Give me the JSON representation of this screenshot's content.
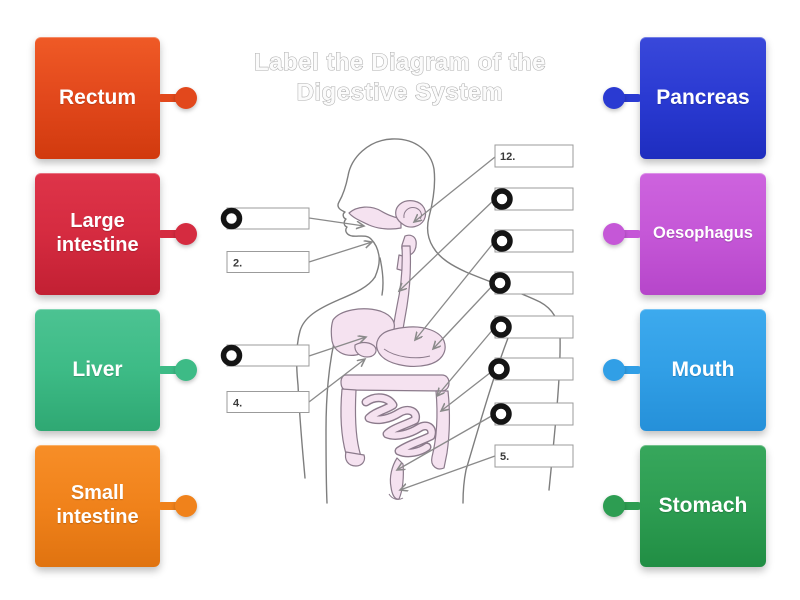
{
  "page": {
    "background": "#ffffff"
  },
  "title": {
    "line1": "Label the Diagram of the",
    "line2": "Digestive System",
    "outline_color": "#aeaeae"
  },
  "answer_labels": {
    "left": [
      {
        "label": "Rectum",
        "color": "#e2481c",
        "color_light": "#ef5a26",
        "color_dark": "#d13a0e"
      },
      {
        "label": "Large intestine",
        "color": "#d52b40",
        "color_light": "#de3449",
        "color_dark": "#c22033"
      },
      {
        "label": "Liver",
        "color": "#3dbb86",
        "color_light": "#4cc392",
        "color_dark": "#2fa873"
      },
      {
        "label": "Small intestine",
        "color": "#f0821b",
        "color_light": "#f78e27",
        "color_dark": "#e07310"
      }
    ],
    "right": [
      {
        "label": "Pancreas",
        "color": "#2a3ad2",
        "color_light": "#3948da",
        "color_dark": "#1e2dbf"
      },
      {
        "label": "Oesophagus",
        "color": "#c557d7",
        "color_light": "#cd63de",
        "color_dark": "#b646ca"
      },
      {
        "label": "Mouth",
        "color": "#319fe6",
        "color_light": "#3daaee",
        "color_dark": "#2590d9"
      },
      {
        "label": "Stomach",
        "color": "#2d9d52",
        "color_light": "#37a75c",
        "color_dark": "#218e44"
      }
    ]
  },
  "diagram": {
    "slot_numbers": {
      "n2": "2.",
      "n4": "4.",
      "n5": "5.",
      "n12": "12."
    },
    "pin_color": "#141414",
    "line_color": "#8a8a8a"
  }
}
